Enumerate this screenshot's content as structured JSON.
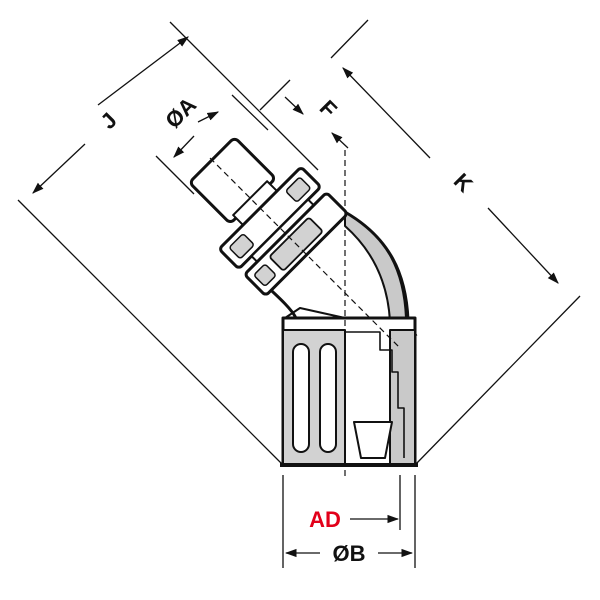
{
  "diagram": {
    "labels": {
      "j": "J",
      "oa": "ØA",
      "f": "F",
      "k": "K",
      "ad": "AD",
      "ob": "ØB"
    },
    "colors": {
      "line": "#111111",
      "section_grey": "#c9c9c9",
      "body_grey": "#d2d2d2",
      "accent": "#e2001a",
      "background": "#ffffff"
    }
  }
}
